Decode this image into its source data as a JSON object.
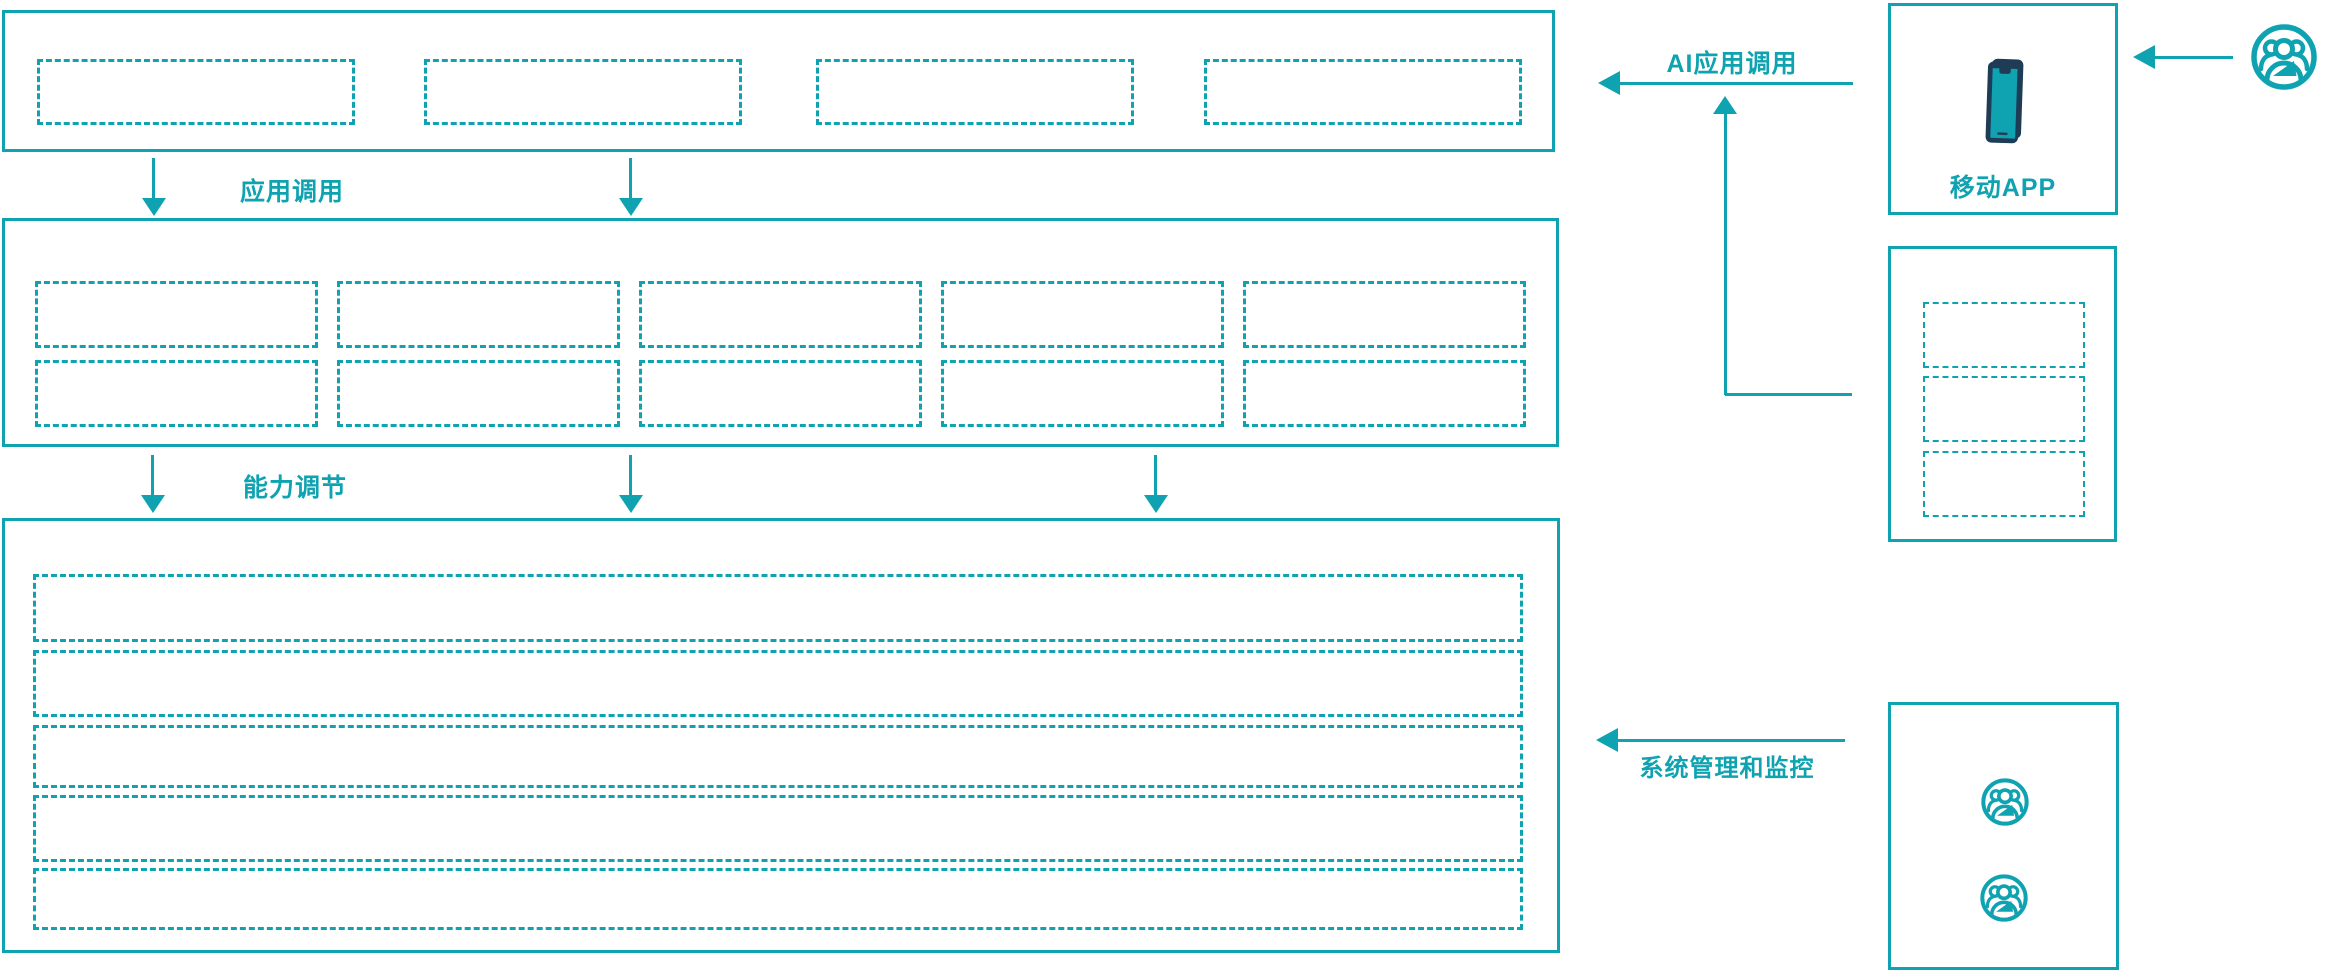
{
  "colors": {
    "accent": "#0FA3B1",
    "navy": "#1E3C55",
    "background": "#FFFFFF"
  },
  "connectors": {
    "app_call_label": "应用调用",
    "capability_label": "能力调节",
    "ai_app_call_label": "AI应用调用",
    "sys_mgmt_label": "系统管理和监控"
  },
  "layers": {
    "top": {
      "slot_count": 4
    },
    "middle": {
      "slot_count": 10
    },
    "bottom": {
      "slot_count": 5
    }
  },
  "right_column": {
    "mobile_app": {
      "label": "移动APP",
      "icon": "smartphone-icon"
    },
    "mini_box": {
      "slot_count": 3
    },
    "users_box": {
      "icons": [
        "user-group-icon",
        "user-group-icon"
      ]
    },
    "external_icon": "user-group-icon"
  }
}
